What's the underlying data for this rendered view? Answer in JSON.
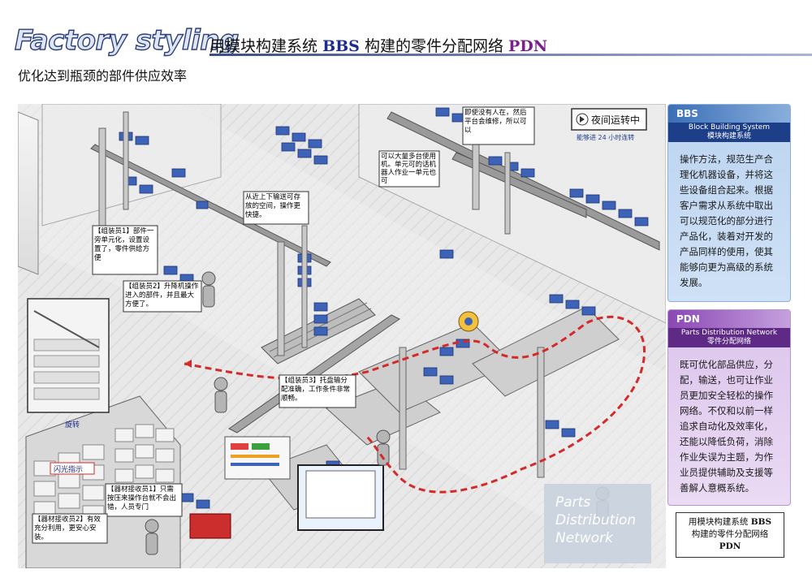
{
  "header": {
    "brand": "Factory styling",
    "title_prefix": "用模块构建系统",
    "title_bbs": "BBS",
    "title_middle": "构建的零件分配网络",
    "title_pdn": "PDN"
  },
  "subtitle": "优化达到瓶颈的部件供应效率",
  "illustration": {
    "night_badge": "夜间运转中",
    "night_sub": "能够进 24 小时连转",
    "callout_1": "即使没有人在，然后平台会维修，所以可以",
    "callout_2": "可以大量多台使用机。单元可的话机器人作业一单元也可",
    "callout_3": "从近上下输送可存放的空间，操作更快捷。",
    "callout_4": "【组装员1】部件一旁单元化，设置设置了，零件供给方便",
    "callout_5": "【组装员2】升降机操作进入的部件，并且最大方便了。",
    "callout_6": "【组装员3】托盘输分配准确，工作条件非常顺畅。",
    "callout_7": "【器材接收员1】只需按压来操作台就不会出错，人员专门",
    "callout_8": "【器材接收员2】有效充分利用，更安心安装。",
    "label_rotate": "旋转",
    "label_light": "闪光指示",
    "pdn_logo_line1": "Parts",
    "pdn_logo_line2": "Distribution",
    "pdn_logo_line3": "Network"
  },
  "bbs_panel": {
    "tab": "BBS",
    "bar_en": "Block Building System",
    "bar_cn": "模块构建系统",
    "body": "操作方法，规范生产合理化机器设备，并将这些设备组合起来。根据客户需求从系统中取出可以规范化的部分进行产品化，装着对开发的产品同样的使用，使其能够向更为高级的系统发展。"
  },
  "pdn_panel": {
    "tab": "PDN",
    "bar_en": "Parts Distribution Network",
    "bar_cn": "零件分配网络",
    "body": "既可优化部品供应，分配，输送，也可让作业员更加安全轻松的操作网络。不仅和以前一样追求自动化及效率化，还能以降低负荷，消除作业失误为主题，为作业员提供辅助及支援等善解人意概系统。"
  },
  "caption": {
    "line1_prefix": "用模块构建系统",
    "line1_bbs": "BBS",
    "line2": "构建的零件分配网络",
    "line3": "PDN"
  },
  "colors": {
    "bin_blue": "#3d63b8",
    "route_red": "#d42a2a",
    "bbs_accent": "#3a6fb7",
    "pdn_accent": "#8a47b4"
  }
}
